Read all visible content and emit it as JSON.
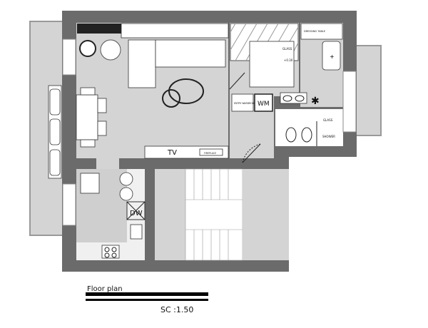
{
  "plan": {
    "labels": {
      "tv": "TV",
      "fireplace": "FIREPLACE",
      "wm": "WM",
      "dw": "DW",
      "entry_wardrobe": "ENTRY WARDROBE",
      "dressing_table": "DRESSING TABLE",
      "glass_bedroom": "GLASS",
      "glass_shower": "GLASS",
      "shower": "SHOWER",
      "level": "+0.30"
    }
  },
  "caption": {
    "title": "Floor plan",
    "scale": "SC :1.50"
  }
}
